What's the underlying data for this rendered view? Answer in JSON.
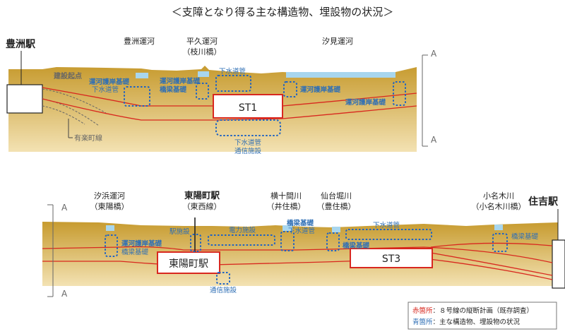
{
  "title": "＜支障となり得る主な構造物、埋設物の状況＞",
  "colors": {
    "ground": "#c8a23c",
    "water": "#a8d6ee",
    "plan": "#d8281f",
    "structure": "#1f63c2"
  },
  "top": {
    "station_toyosu": "豊洲駅",
    "canal_toyosu": "豊洲運河",
    "canal_hiraku": "平久運河",
    "bridge_edagawa": "（枝川橋）",
    "canal_shiomi": "汐見運河",
    "label_construction_start": "建設起点",
    "label_canal_revetment_1": "運河護岸基礎",
    "label_sewer_1": "下水道管",
    "label_canal_revetment_2": "運河護岸基礎",
    "label_bridge_foundation": "橋梁基礎",
    "label_sewer_top": "下水道管",
    "label_canal_revetment_3": "運河護岸基礎",
    "label_canal_revetment_4": "運河護岸基礎",
    "st_label": "ST1",
    "label_sewer_below": "下水道管",
    "label_telecom_below": "通信施設",
    "label_yurakucho": "有楽町線",
    "section_a_upper": "A",
    "section_a_lower": "A"
  },
  "bottom": {
    "canal_shiohama": "汐浜運河",
    "bridge_toyo": "（東陽橋）",
    "station_toyocho": "東陽町駅",
    "line_tozai": "（東西線）",
    "river_yokojukken": "横十間川",
    "bridge_isumi": "（井住橋）",
    "river_sendaibori": "仙台堀川",
    "bridge_hozumi": "（豊住橋）",
    "river_onagi": "小名木川",
    "bridge_onagi": "（小名木川橋）",
    "station_sumiyoshi": "住吉駅",
    "label_canal_revetment": "運河護岸基礎",
    "label_bridge_foundation_1": "橋梁基礎",
    "label_station_facility": "駅施設",
    "label_power": "電力施設",
    "label_bridge_foundation_2": "橋梁基礎",
    "label_sewer_1": "下水道管",
    "label_sewer_2": "下水道管",
    "label_bridge_foundation_3": "橋梁基礎",
    "label_bridge_foundation_4": "橋梁基礎",
    "label_telecom": "通信施設",
    "station_box_label": "東陽町駅",
    "st_label": "ST3",
    "section_a_upper": "A",
    "section_a_lower": "A"
  },
  "legend": {
    "red_key": "赤箇所",
    "red_text": "：８号線の縦断計画（既存調査）",
    "blue_key": "青箇所",
    "blue_text": "：主な構造物、埋設物の状況"
  }
}
